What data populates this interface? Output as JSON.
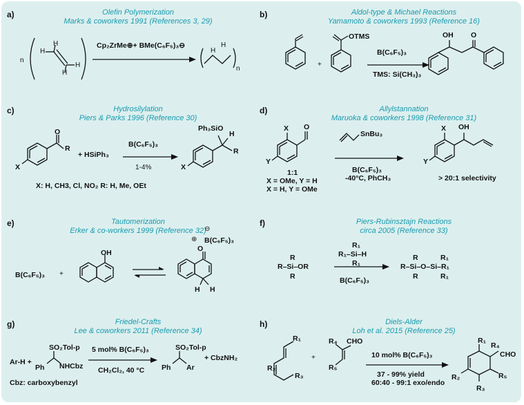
{
  "panels": [
    {
      "letter": "a)",
      "title_1": "Olefin Polymerization",
      "title_2": "Marks & coworkers 1991 (References 3, 29)",
      "reagent": "Cp₂ZrMe⊕+ BMe(C₆F₅)₃⊖",
      "n_left": "n",
      "H": "H",
      "n_right": "n"
    },
    {
      "letter": "b)",
      "title_1": "Aldol-type & Michael Reactions",
      "title_2": "Yamamoto & coworkers 1993 (Reference 16)",
      "otms": "OTMS",
      "plus": "+",
      "reagent": "B(C₆F₅)₃",
      "note": "TMS: Si(CH₃)₃",
      "oh": "OH",
      "o": "O"
    },
    {
      "letter": "c)",
      "title_1": "Hydrosilylation",
      "title_2": "Piers & Parks 1996 (Reference 30)",
      "o": "O",
      "r": "R",
      "x": "X",
      "plus_reagent": "+ HSiPh₃",
      "reagent": "B(C₆F₅)₃",
      "loading": "1-4%",
      "product_group": "Ph₃SiO",
      "h": "H",
      "note": "X: H, CH3, Cl, NO₂   R: H, Me, OEt"
    },
    {
      "letter": "d)",
      "title_1": "Allylstannation",
      "title_2": "Maruoka & coworkers 1998 (Reference 31)",
      "x": "X",
      "o": "O",
      "y": "Y",
      "ratio": "1:1",
      "cond1": "X = OMe, Y = H",
      "cond2": "X = H, Y = OMe",
      "tin": "SnBu₃",
      "reagent": "B(C₆F₅)₃",
      "conditions": "-40°C, PhCH₃",
      "oh": "OH",
      "selectivity": "> 20:1 selectivity"
    },
    {
      "letter": "e)",
      "title_1": "Tautomerization",
      "title_2": "Erker & co-workers 1999 (Reference 32)",
      "borane": "B(C₆F₅)₃",
      "plus": "+",
      "oh": "OH",
      "adduct": "B(C₆F₅)₃",
      "o": "O",
      "h": "H"
    },
    {
      "letter": "f)",
      "title_1": "Piers-Rubinsztajn Reactions",
      "title_2": "circa 2005 (Reference 33)",
      "r": "R",
      "siloxane": "R–Si–OR",
      "silane": "R₁–Si–H",
      "r1": "R₁",
      "reagent": "B(C₆F₅)₃",
      "product": "R–Si–O–Si–R₁"
    },
    {
      "letter": "g)",
      "title_1": "Friedel-Crafts",
      "title_2": "Lee & coworkers 2011 (Reference 34)",
      "arh": "Ar-H +",
      "so2": "SO₂Tol-p",
      "ph": "Ph",
      "nhcbz": "NHCbz",
      "reagent": "5 mol% B(C₆F₅)₃",
      "conditions": "CH₂Cl₂, 40 °C",
      "ar": "Ar",
      "byproduct": "+ CbzNH₂",
      "note": "Cbz: carboxybenzyl"
    },
    {
      "letter": "h)",
      "title_1": "Diels-Alder",
      "title_2": "Loh et al. 2015 (Reference 25)",
      "r1": "R₁",
      "r2": "R₂",
      "r3": "R₃",
      "r4": "R₄",
      "r5": "R₅",
      "cho": "CHO",
      "plus": "+",
      "reagent": "10 mol% B(C₆F₅)₃",
      "yield": "37 - 99% yield",
      "selectivity": "60:40 - 99:1 exo/endo"
    }
  ]
}
